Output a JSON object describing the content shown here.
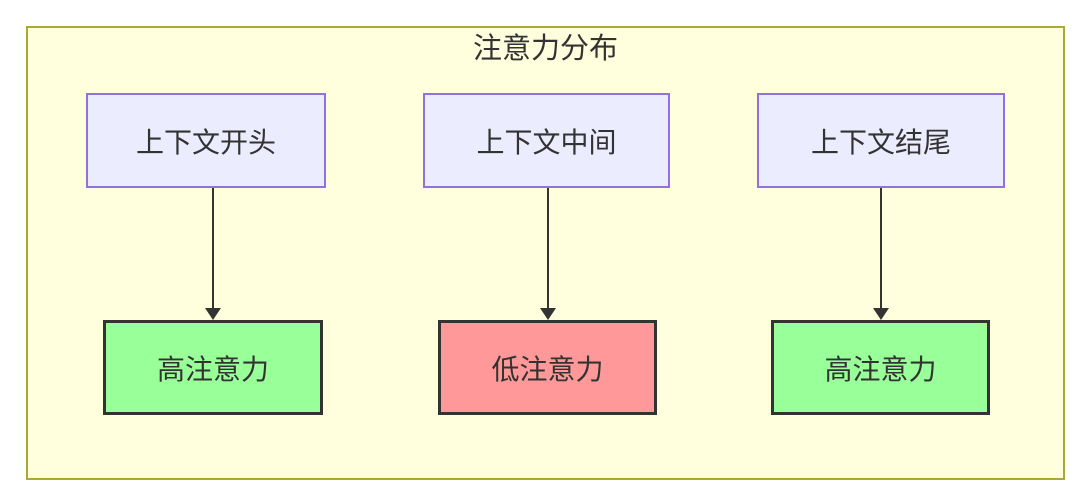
{
  "diagram": {
    "title": "注意力分布",
    "columns": [
      {
        "source": "上下文开头",
        "target": "高注意力",
        "attention": "high"
      },
      {
        "source": "上下文中间",
        "target": "低注意力",
        "attention": "low"
      },
      {
        "source": "上下文结尾",
        "target": "高注意力",
        "attention": "high"
      }
    ]
  },
  "colors": {
    "canvas_background": "#ffffff",
    "group_fill": "#ffffde",
    "group_border": "#aaaa33",
    "source_node_fill": "#ececff",
    "source_node_border": "#9370db",
    "high_attention_fill": "#99ff99",
    "low_attention_fill": "#ff9999",
    "result_node_border": "#333333",
    "arrow_color": "#333333",
    "text_color": "#333333"
  }
}
